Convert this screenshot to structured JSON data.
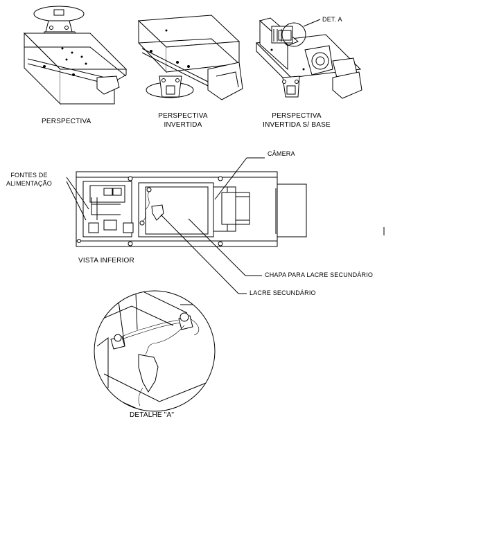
{
  "views": {
    "perspective": "PERSPECTIVA",
    "inverted_line1": "PERSPECTIVA",
    "inverted_line2": "INVERTIDA",
    "no_base_line1": "PERSPECTIVA",
    "no_base_line2": "INVERTIDA S/ BASE",
    "bottom_view": "VISTA INFERIOR",
    "detail": "DETALHE \"A\""
  },
  "callouts": {
    "det_a": "DET. A",
    "camera": "CÂMERA",
    "power_line1": "FONTES DE",
    "power_line2": "ALIMENTAÇÃO",
    "plate": "CHAPA PARA LACRE SECUNDÁRIO",
    "seal": "LACRE SECUNDÁRIO"
  }
}
